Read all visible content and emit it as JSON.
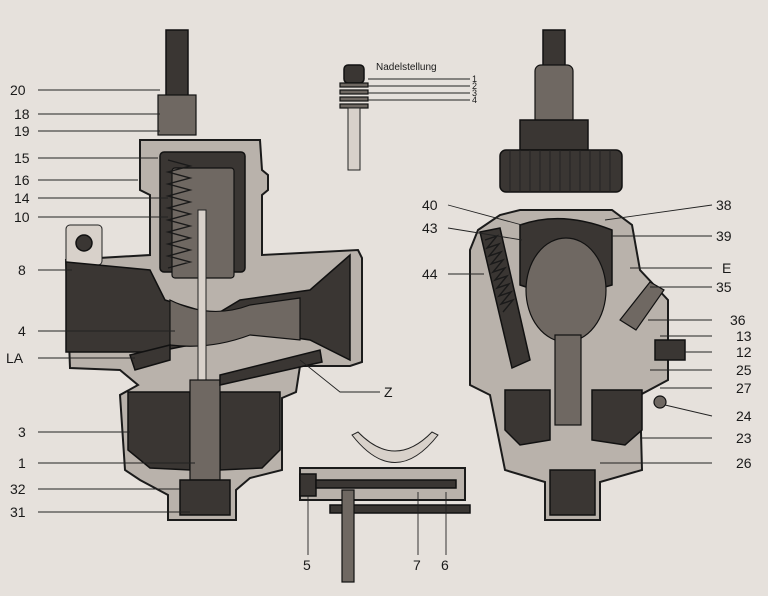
{
  "title": "Nadelstellung",
  "needle_positions": [
    "1",
    "2",
    "3",
    "4"
  ],
  "left_labels": [
    "20",
    "18",
    "19",
    "15",
    "16",
    "14",
    "10",
    "8",
    "4",
    "LA",
    "3",
    "1",
    "32",
    "31"
  ],
  "right_labels": [
    "38",
    "39",
    "E",
    "35",
    "36",
    "13",
    "12",
    "25",
    "27",
    "24",
    "23",
    "26"
  ],
  "right_left_labels": [
    "40",
    "43",
    "44"
  ],
  "center_labels": [
    "Z"
  ],
  "bottom_labels": [
    "5",
    "7",
    "6"
  ]
}
